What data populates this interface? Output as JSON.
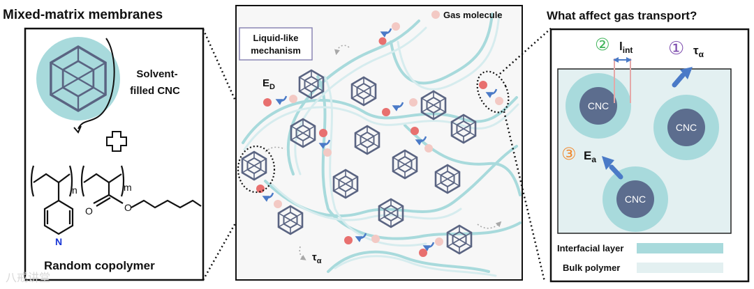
{
  "left_panel": {
    "title": "Mixed-matrix membranes",
    "cnc_label_line1": "Solvent-",
    "cnc_label_line2": "filled CNC",
    "plus_sign": "+",
    "copolymer_label": "Random copolymer",
    "subscript_n": "n",
    "subscript_m": "m",
    "atom_N": "N",
    "atom_O1": "O",
    "atom_O2": "O"
  },
  "middle_panel": {
    "legend_gas": "Gas molecule",
    "mechanism_line1": "Liquid-like",
    "mechanism_line2": "mechanism",
    "ed_label": "E",
    "ed_sub": "D",
    "tau_label": "τ",
    "tau_sub": "α"
  },
  "right_panel": {
    "title": "What affect gas transport?",
    "factor2_num": "②",
    "factor2_label": "l",
    "factor2_sub": "int",
    "factor1_num": "①",
    "factor1_label": "τ",
    "factor1_sub": "α",
    "factor3_num": "③",
    "factor3_label": "E",
    "factor3_sub": "a",
    "cnc": [
      "CNC",
      "CNC",
      "CNC"
    ],
    "legend_interfacial": "Interfacial layer",
    "legend_bulk": "Bulk polymer"
  },
  "watermark": "八戒讲堂",
  "colors": {
    "interfacial": "#a8dadc",
    "bulk": "#e3f0f1",
    "cnc_core": "#5c6d8e",
    "cage": "#5a6482",
    "gas_red": "#e8706f",
    "gas_pink": "#f3c9c4",
    "arrow_blue": "#4a7ac7",
    "num_green": "#3fb45a",
    "num_purple": "#8050b0",
    "num_orange": "#f08a30",
    "nitrogen": "#1836d6"
  }
}
